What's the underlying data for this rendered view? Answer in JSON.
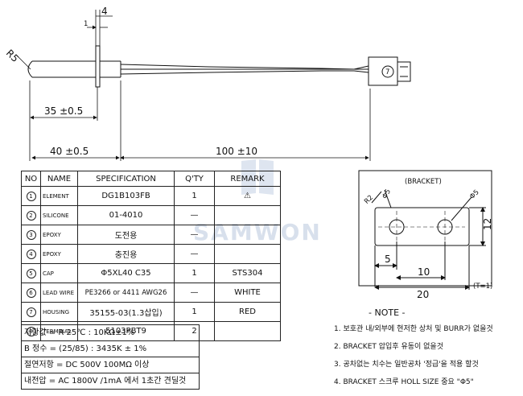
{
  "drawing": {
    "dims": {
      "top_width": "4",
      "flange": "1",
      "radius": "R5",
      "probe_len": "35 ±0.5",
      "base_len": "40 ±0.5",
      "wire_len": "100 ±10"
    },
    "connector_label": "7",
    "watermark": "SAMWON"
  },
  "table": {
    "headers": [
      "NO",
      "NAME",
      "SPECIFICATION",
      "Q'TY",
      "REMARK"
    ],
    "rows": [
      {
        "no": "1",
        "name": "ELEMENT",
        "spec": "DG1B103FB",
        "qty": "1",
        "remark": "⚠"
      },
      {
        "no": "2",
        "name": "SILICONE",
        "spec": "01-4010",
        "qty": "—",
        "remark": ""
      },
      {
        "no": "3",
        "name": "EPOXY",
        "spec": "도전용",
        "qty": "—",
        "remark": ""
      },
      {
        "no": "4",
        "name": "EPOXY",
        "spec": "충진용",
        "qty": "—",
        "remark": ""
      },
      {
        "no": "5",
        "name": "CAP",
        "spec": "Φ5XL40 C35",
        "qty": "1",
        "remark": "STS304"
      },
      {
        "no": "6",
        "name": "LEAD WIRE",
        "spec": "PE3266 or 4411 AWG26",
        "qty": "—",
        "remark": "WHITE"
      },
      {
        "no": "7",
        "name": "HOUSING",
        "spec": "35155-03(1.3삽입)",
        "qty": "1",
        "remark": "RED"
      },
      {
        "no": "8",
        "name": "TERMINAL",
        "spec": "5103PBT9",
        "qty": "2",
        "remark": ""
      }
    ]
  },
  "specs": [
    "저항값 = R 25℃ : 10KΩ±1%",
    "B 정수 = (25/85) : 3435K ± 1%",
    "절연저항 = DC 500V 100MΩ 이상",
    "내전압 = AC 1800V /1mA 에서 1초간 견딜것"
  ],
  "bracket": {
    "title": "(BRACKET)",
    "r_label": "R2",
    "hole_label": "Φ5",
    "height": "12",
    "offset": "5",
    "spacing": "10",
    "width": "20",
    "thickness": "(T=1)"
  },
  "notes": {
    "title": "- NOTE -",
    "items": [
      "1. 보호관 내/외부에 현저한 상처 및 BURR가 없을것",
      "2. BRACKET 압입후 유동이 없을것",
      "3. 공차없는 치수는 일반공차 '정급'을 적용 할것",
      "4. BRACKET 스크루 HOLL SIZE 중요 \"Φ5\""
    ]
  }
}
